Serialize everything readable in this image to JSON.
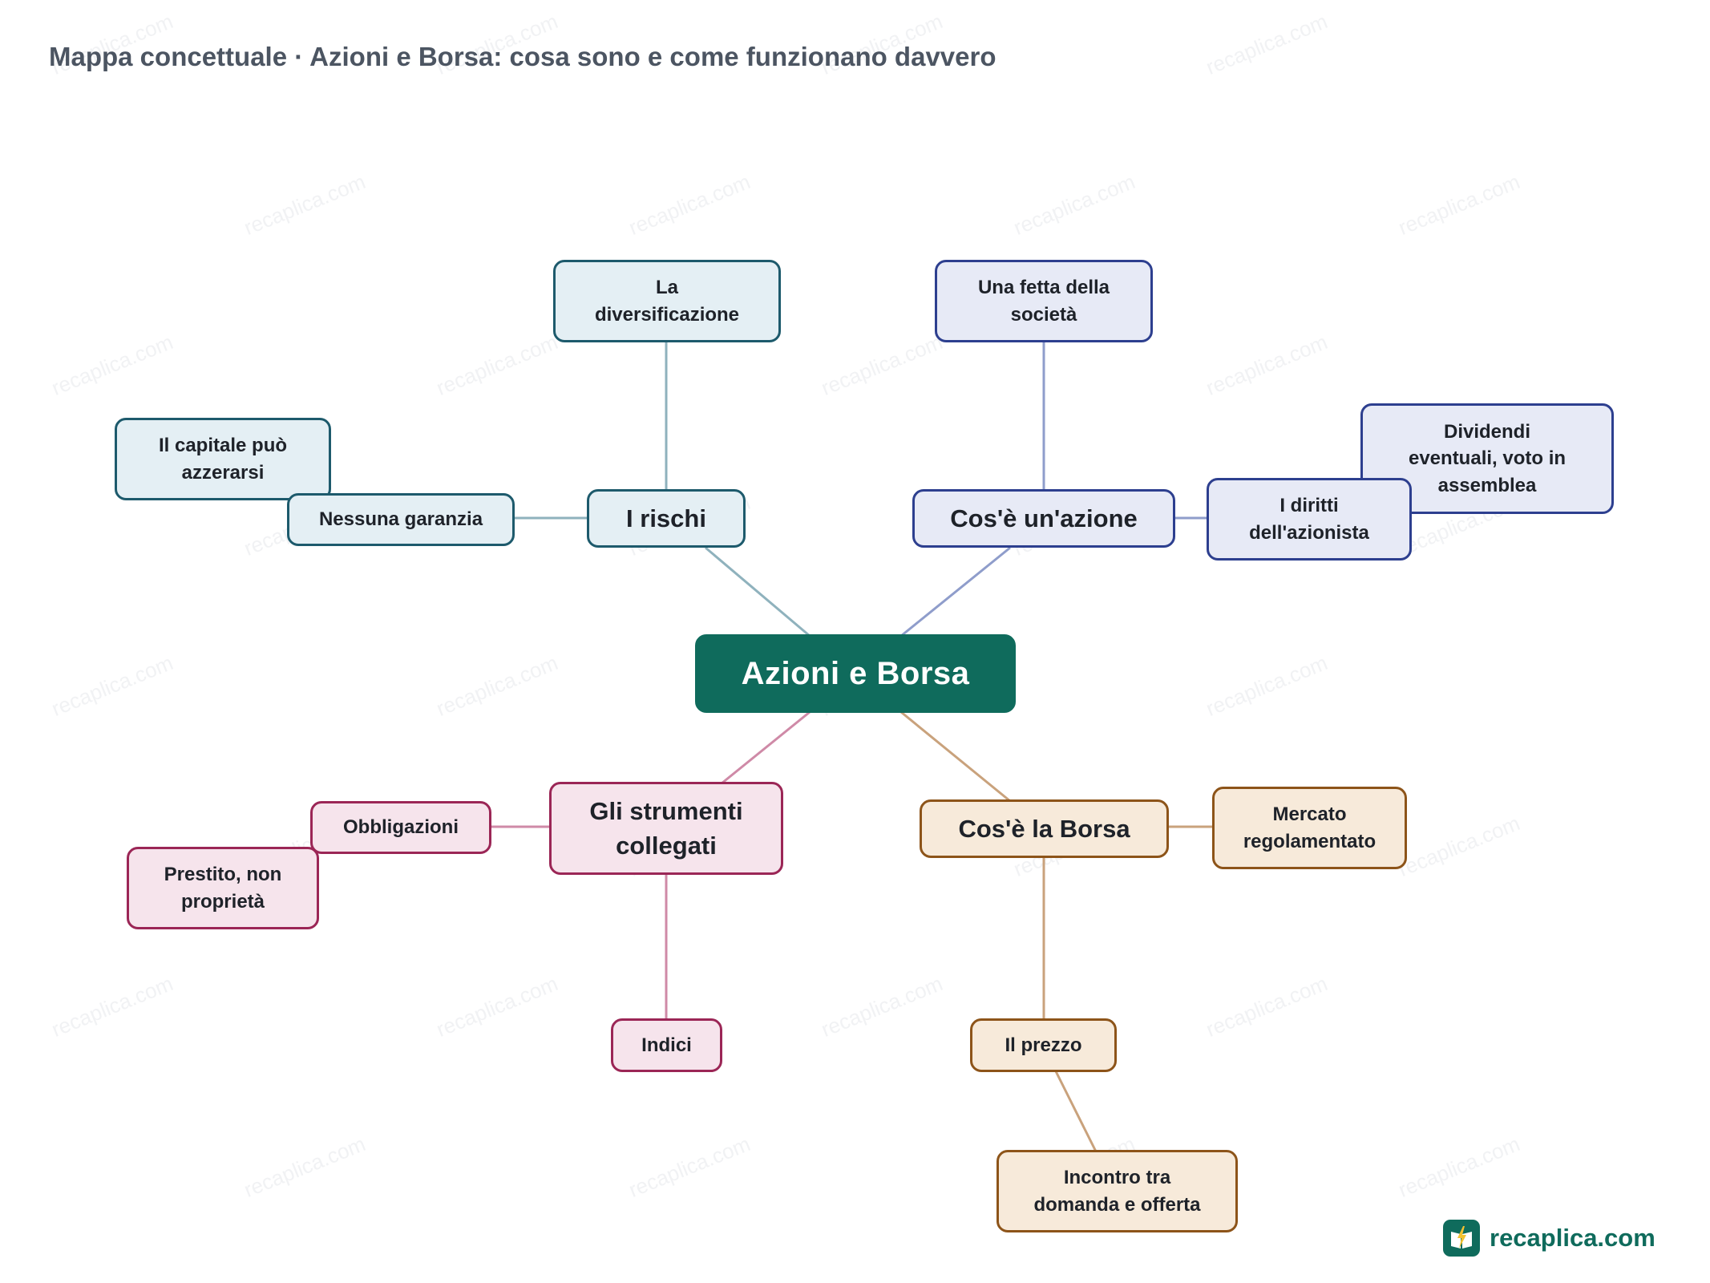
{
  "title": "Mappa concettuale · Azioni e Borsa: cosa sono e come funzionano davvero",
  "watermark": "recaplica.com",
  "brand": {
    "name": "recaplica.com",
    "icon": "book-lightning-icon"
  },
  "colors": {
    "root": "#0f6b5c",
    "rischi": {
      "fill": "#e4eff4",
      "stroke": "#1d5a6c",
      "line": "#8fb2bd"
    },
    "azione": {
      "fill": "#e7eaf6",
      "stroke": "#2d3f8f",
      "line": "#8f9dcb"
    },
    "strumenti": {
      "fill": "#f6e4ec",
      "stroke": "#9b2656",
      "line": "#cf8aa7"
    },
    "borsa": {
      "fill": "#f7eada",
      "stroke": "#8d5419",
      "line": "#c9a27c"
    }
  },
  "mindmap": {
    "root": "Azioni e Borsa",
    "rischi": {
      "label": "I rischi",
      "diversificazione": "La\ndiversificazione",
      "nessuna_garanzia": "Nessuna garanzia",
      "capitale": "Il capitale può\nazzerarsi"
    },
    "azione": {
      "label": "Cos'è un'azione",
      "fetta": "Una fetta della\nsocietà",
      "diritti": "I diritti\ndell'azionista",
      "dividendi": "Dividendi\neventuali, voto in\nassemblea"
    },
    "strumenti": {
      "label": "Gli strumenti\ncollegati",
      "obbligazioni": "Obbligazioni",
      "prestito": "Prestito, non\nproprietà",
      "indici": "Indici"
    },
    "borsa": {
      "label": "Cos'è la Borsa",
      "mercato": "Mercato\nregolamentato",
      "prezzo": "Il prezzo",
      "incontro": "Incontro tra\ndomanda e offerta"
    }
  }
}
